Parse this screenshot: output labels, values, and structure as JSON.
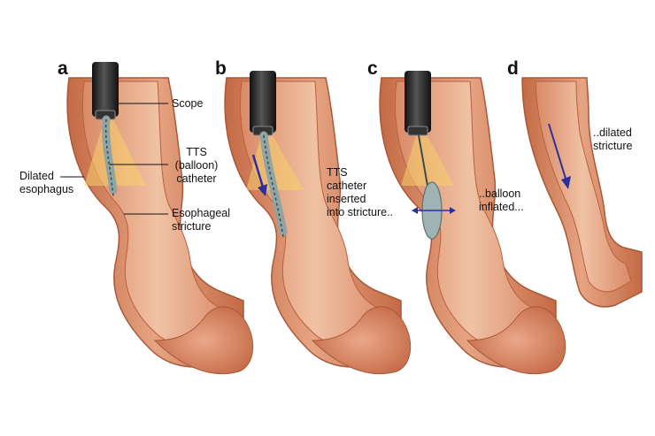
{
  "panels": [
    {
      "letter": "a"
    },
    {
      "letter": "b"
    },
    {
      "letter": "c"
    },
    {
      "letter": "d"
    }
  ],
  "labels": {
    "scope": "Scope",
    "tts_catheter": "TTS\n(balloon)\ncatheter",
    "dilated_esophagus": "Dilated\nesophagus",
    "esophageal_stricture": "Esophageal\nstricture",
    "catheter_inserted": "TTS\ncatheter\ninserted\ninto stricture..",
    "balloon_inflated": "..balloon\ninflated...",
    "dilated_stricture": "..dilated\nstricture"
  },
  "colors": {
    "wall": "#d98f6d",
    "wall_dark": "#b8613f",
    "lumen": "#e9b38f",
    "mucosa": "#f2c7b0",
    "scope": "#1e1e1e",
    "light_cone": "#f7cf6a",
    "catheter": "#8fa4a3",
    "arrow": "#2b2f9e"
  }
}
